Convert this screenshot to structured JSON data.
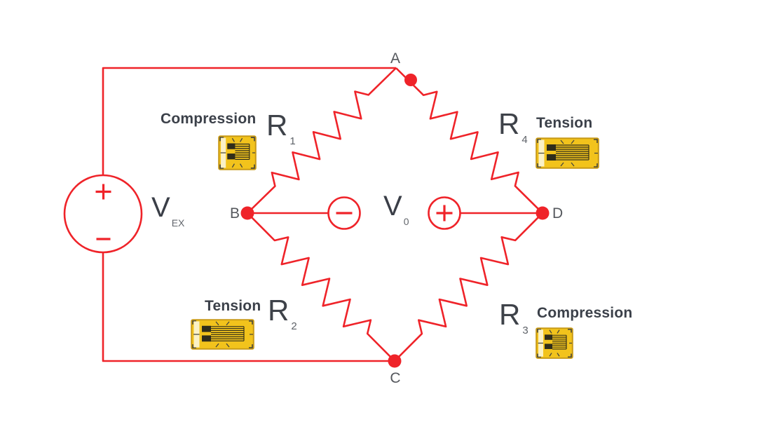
{
  "nodes": {
    "a": "A",
    "b": "B",
    "c": "C",
    "d": "D"
  },
  "excitation": {
    "symbol": "V",
    "subscript": "EX",
    "plus_sign": "+",
    "minus_sign": "−"
  },
  "output": {
    "symbol": "V",
    "subscript": "0",
    "plus_sign": "+",
    "minus_sign": "−"
  },
  "resistors": {
    "r1": {
      "symbol": "R",
      "subscript": "1",
      "strain": "Compression"
    },
    "r2": {
      "symbol": "R",
      "subscript": "2",
      "strain": "Tension"
    },
    "r3": {
      "symbol": "R",
      "subscript": "3",
      "strain": "Compression"
    },
    "r4": {
      "symbol": "R",
      "subscript": "4",
      "strain": "Tension"
    }
  },
  "colors": {
    "wire": "#EF2329",
    "label_dark": "#3B4049",
    "label_gray": "#5E6268",
    "gauge_yellow": "#F2C31C",
    "gauge_border": "#C89A17",
    "gauge_strip": "#FAF1C7",
    "gauge_grid": "#2F2D1B",
    "gauge_marks": "#46463C"
  }
}
